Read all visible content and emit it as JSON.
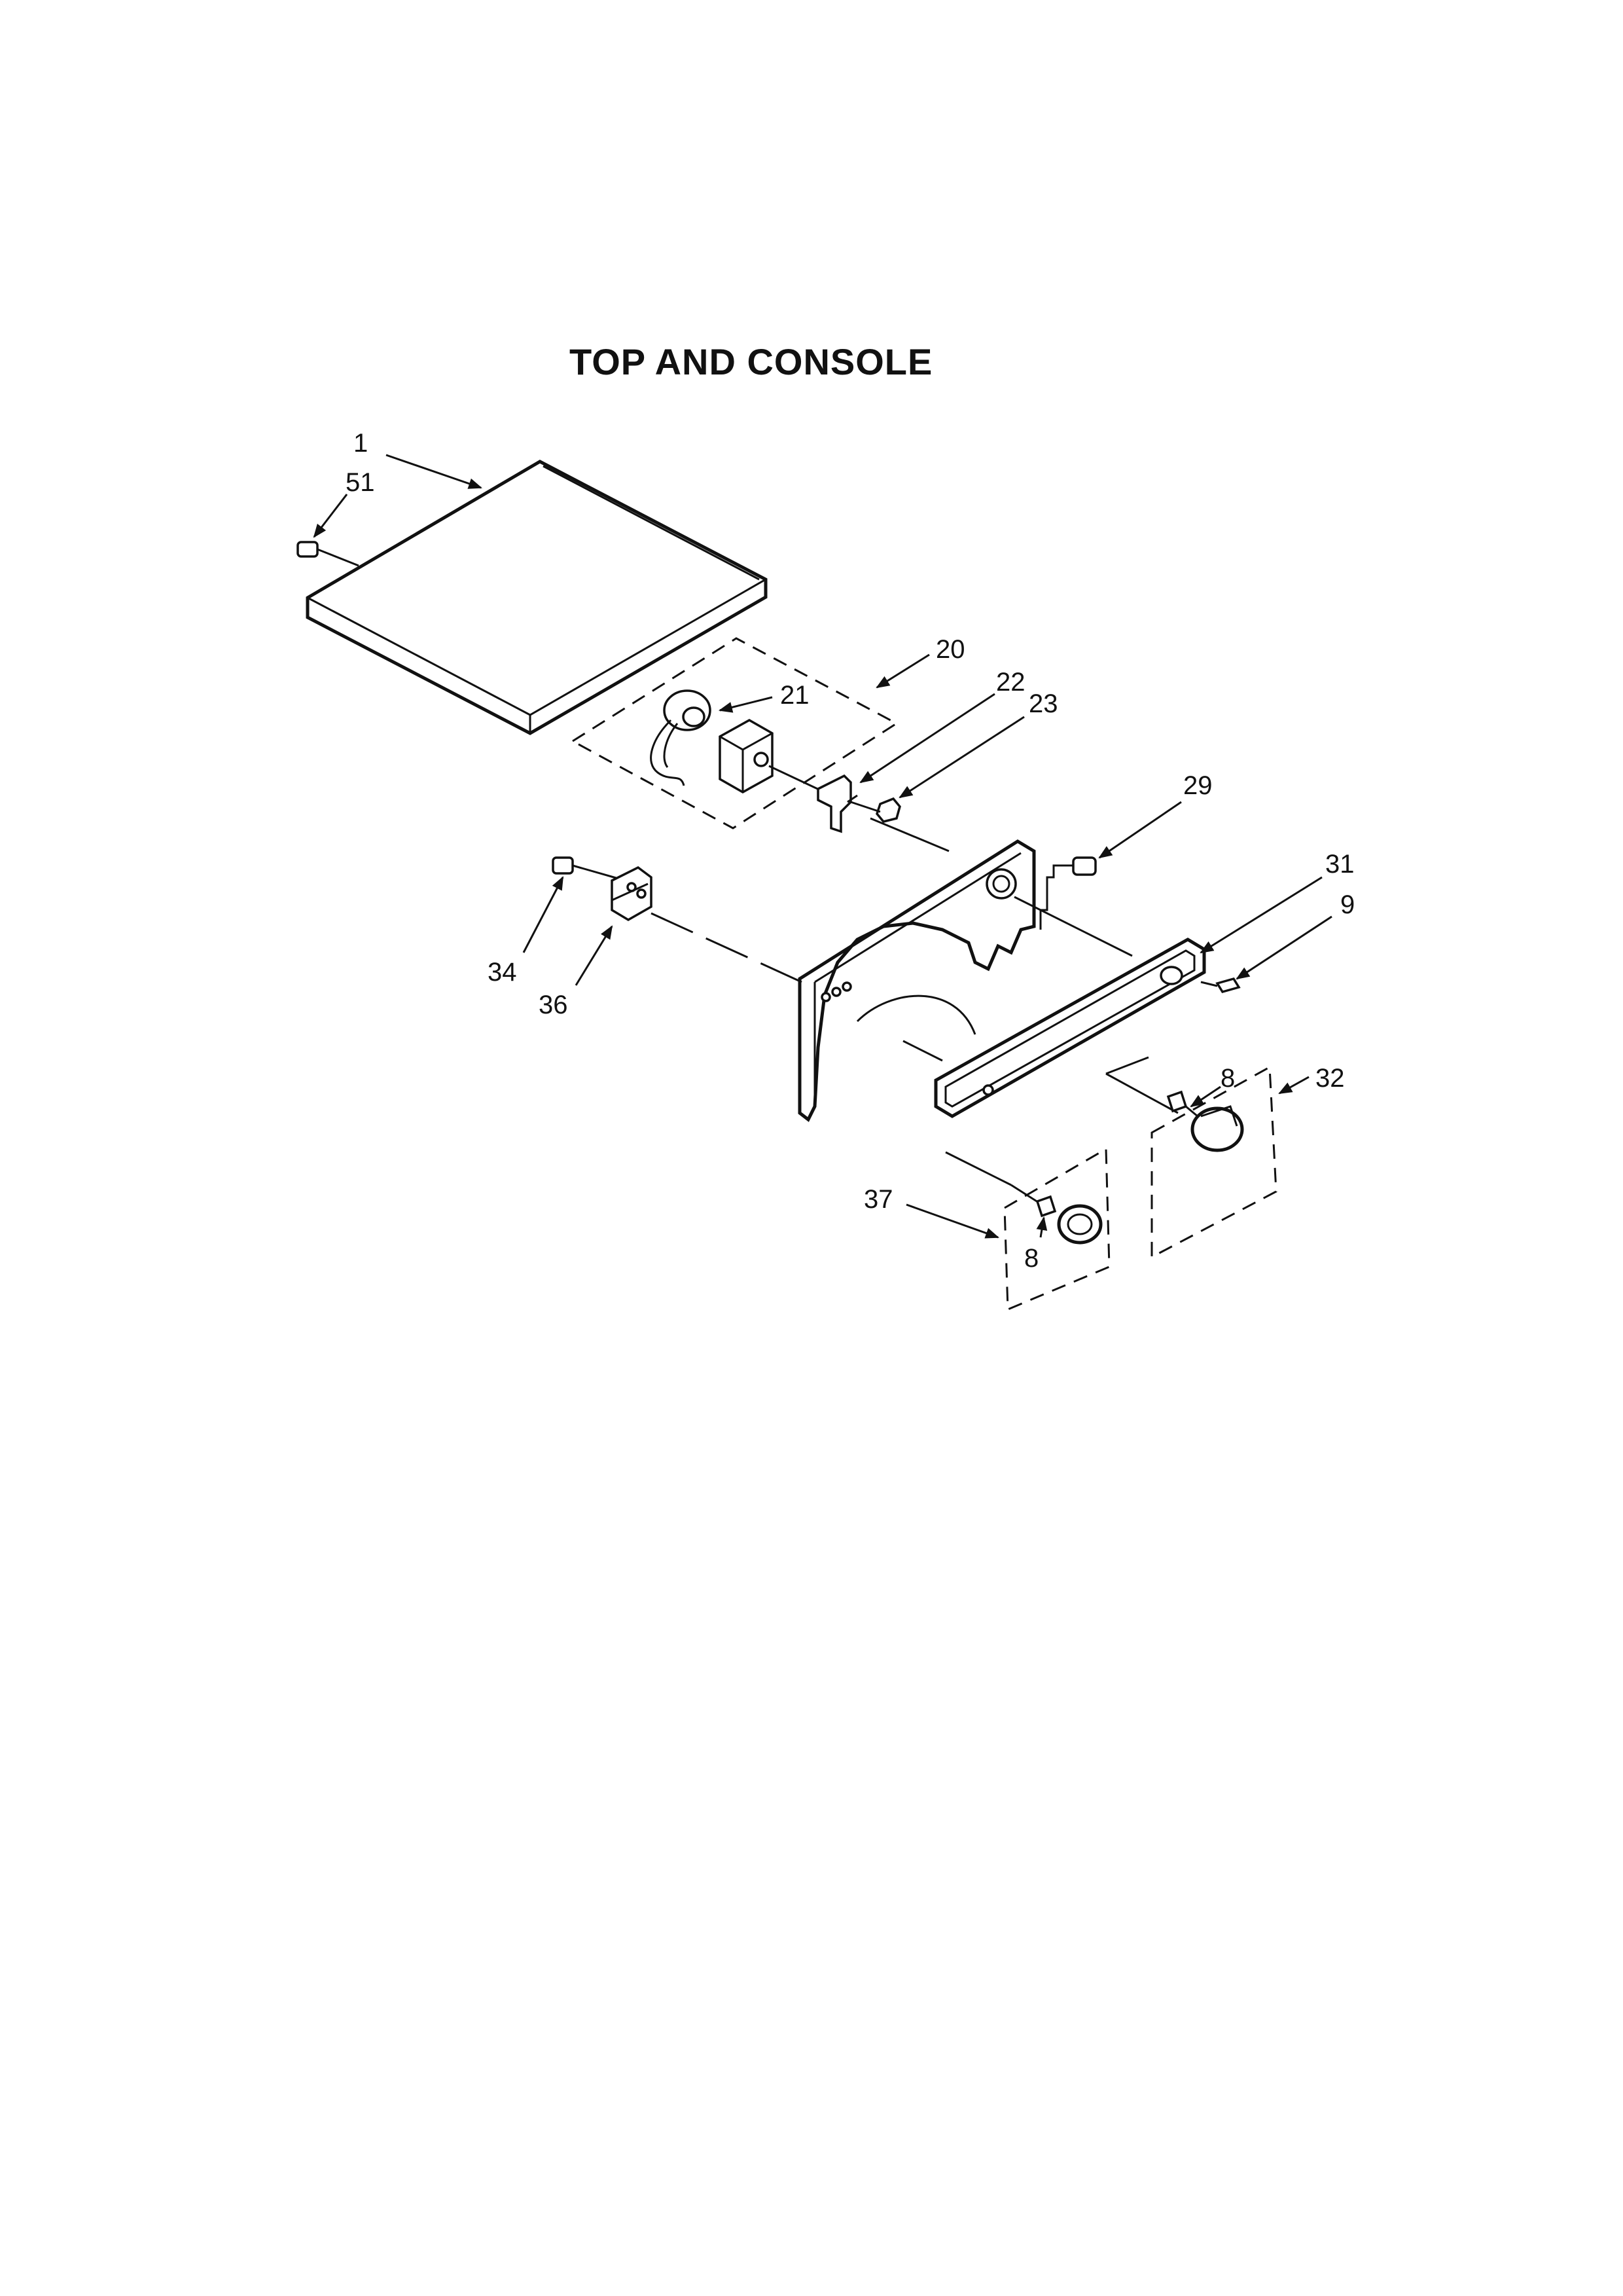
{
  "title": "TOP AND CONSOLE",
  "callouts": {
    "c1": "1",
    "c51": "51",
    "c20": "20",
    "c21": "21",
    "c22": "22",
    "c23": "23",
    "c29": "29",
    "c31": "31",
    "c9": "9",
    "c34": "34",
    "c36": "36",
    "c8a": "8",
    "c32": "32",
    "c37": "37",
    "c8b": "8"
  }
}
